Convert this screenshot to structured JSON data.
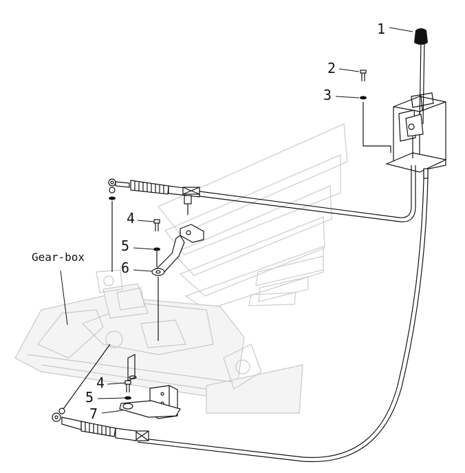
{
  "diagram": {
    "callouts": [
      {
        "id": "1",
        "text": "1"
      },
      {
        "id": "2",
        "text": "2"
      },
      {
        "id": "3",
        "text": "3"
      },
      {
        "id": "4a",
        "text": "4"
      },
      {
        "id": "5a",
        "text": "5"
      },
      {
        "id": "6",
        "text": "6"
      },
      {
        "id": "4b",
        "text": "4"
      },
      {
        "id": "5b",
        "text": "5"
      },
      {
        "id": "7",
        "text": "7"
      }
    ],
    "labels": {
      "gearbox": "Gear-box"
    }
  }
}
